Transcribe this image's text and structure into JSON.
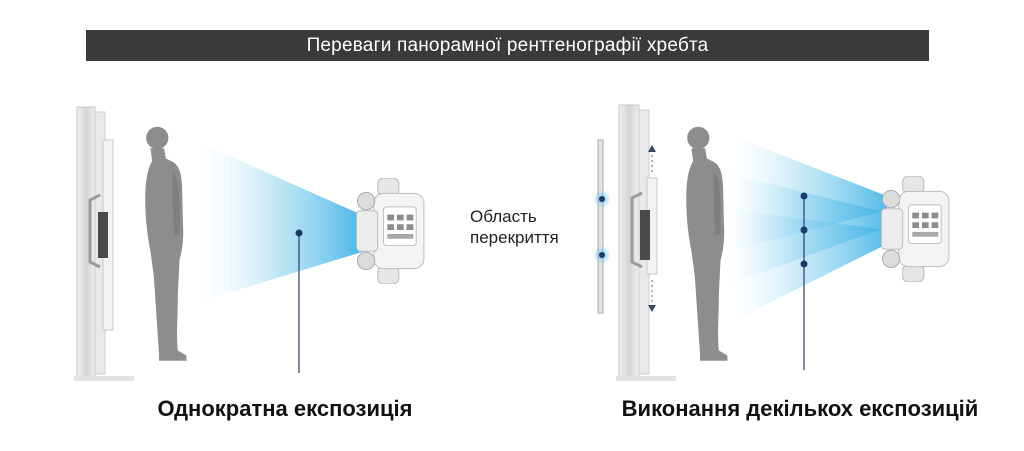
{
  "title": "Переваги панорамної рентгенографії хребта",
  "left_panel": {
    "caption": "Однократна експозиція"
  },
  "right_panel": {
    "caption": "Виконання декількох експозицій",
    "overlap_label_line1": "Область",
    "overlap_label_line2": "перекриття"
  },
  "colors": {
    "title_bar": "#3a3a3c",
    "beam": "#6ec6ea",
    "marker": "#1f3a66",
    "silhouette": "#8d8d8d",
    "stand": "#d9d9d9"
  }
}
